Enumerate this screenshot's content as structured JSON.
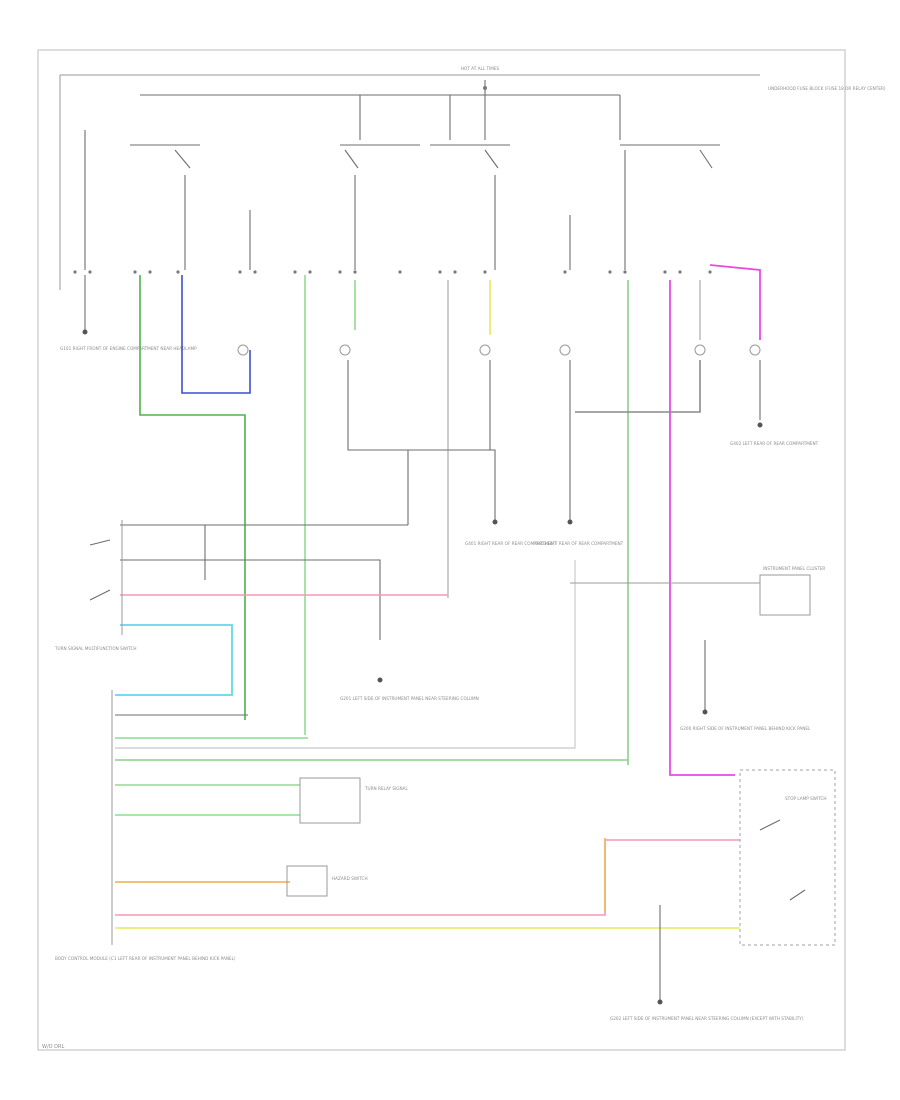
{
  "labels": {
    "top_bus": "HOT AT ALL TIMES",
    "fuse_block_note": "UNDERHOOD FUSE BLOCK (FUSE 18 OR RELAY CENTER)",
    "left_ground_note": "G101 RIGHT FRONT OF ENGINE COMPARTMENT NEAR HEADLAMP",
    "switch_assembly": "TURN SIGNAL MULTIFUNCTION SWITCH",
    "body_control_module": "BODY CONTROL MODULE (C1 LEFT REAR OF INSTRUMENT PANEL BEHIND KICK PANEL)",
    "rear_lamps_note": "G402 LEFT REAR OF REAR COMPARTMENT",
    "ground_mid_1": "G401 RIGHT REAR OF REAR COMPARTMENT",
    "ground_mid_2": "G403 LEFT REAR OF REAR COMPARTMENT",
    "ground_center": "G201 LEFT SIDE OF INSTRUMENT PANEL NEAR STEERING COLUMN",
    "ipc_note": "INSTRUMENT PANEL CLUSTER",
    "hazard_switch": "HAZARD SWITCH",
    "ground_right": "G200 RIGHT SIDE OF INSTRUMENT PANEL BEHIND KICK PANEL",
    "relay_note": "TURN RELAY SIGNAL",
    "brake_switch": "STOP LAMP SWITCH",
    "ground_bottom": "G202 LEFT SIDE OF INSTRUMENT PANEL NEAR STEERING COLUMN (EXCEPT WITH STABILITY)",
    "footer": "W/O DRL"
  },
  "colors": {
    "green": "#4db34d",
    "blue": "#3b4fd1",
    "magenta": "#e84ae8",
    "yellow": "#e8e85a",
    "pink": "#f29ab0",
    "cyan": "#63d8ea",
    "orange": "#f0b86a"
  }
}
